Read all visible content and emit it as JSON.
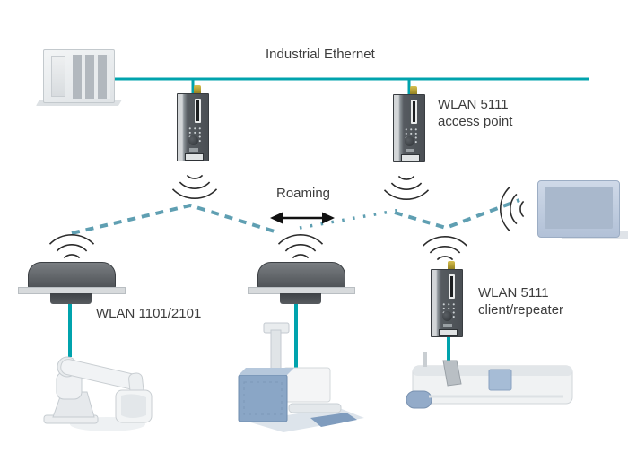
{
  "diagram": {
    "labels": {
      "ethernet": "Industrial Ethernet",
      "access_point": {
        "line1": "WLAN 5111",
        "line2": "access point"
      },
      "roaming": "Roaming",
      "ceiling_antenna": "WLAN 1101/2101",
      "client": {
        "line1": "WLAN 5111",
        "line2": "client/repeater"
      }
    },
    "colors": {
      "ethernet_line": "#00a3ad",
      "wireless_link": "#5f9fb2",
      "signal_arc": "#2b2b2b",
      "label_text": "#3d3d3d",
      "device_body": "#4e5357",
      "arrow": "#111111"
    },
    "icons": {
      "wifi_signal": "wifi-signal-icon",
      "roaming_arrow": "double-headed-arrow-icon"
    }
  }
}
